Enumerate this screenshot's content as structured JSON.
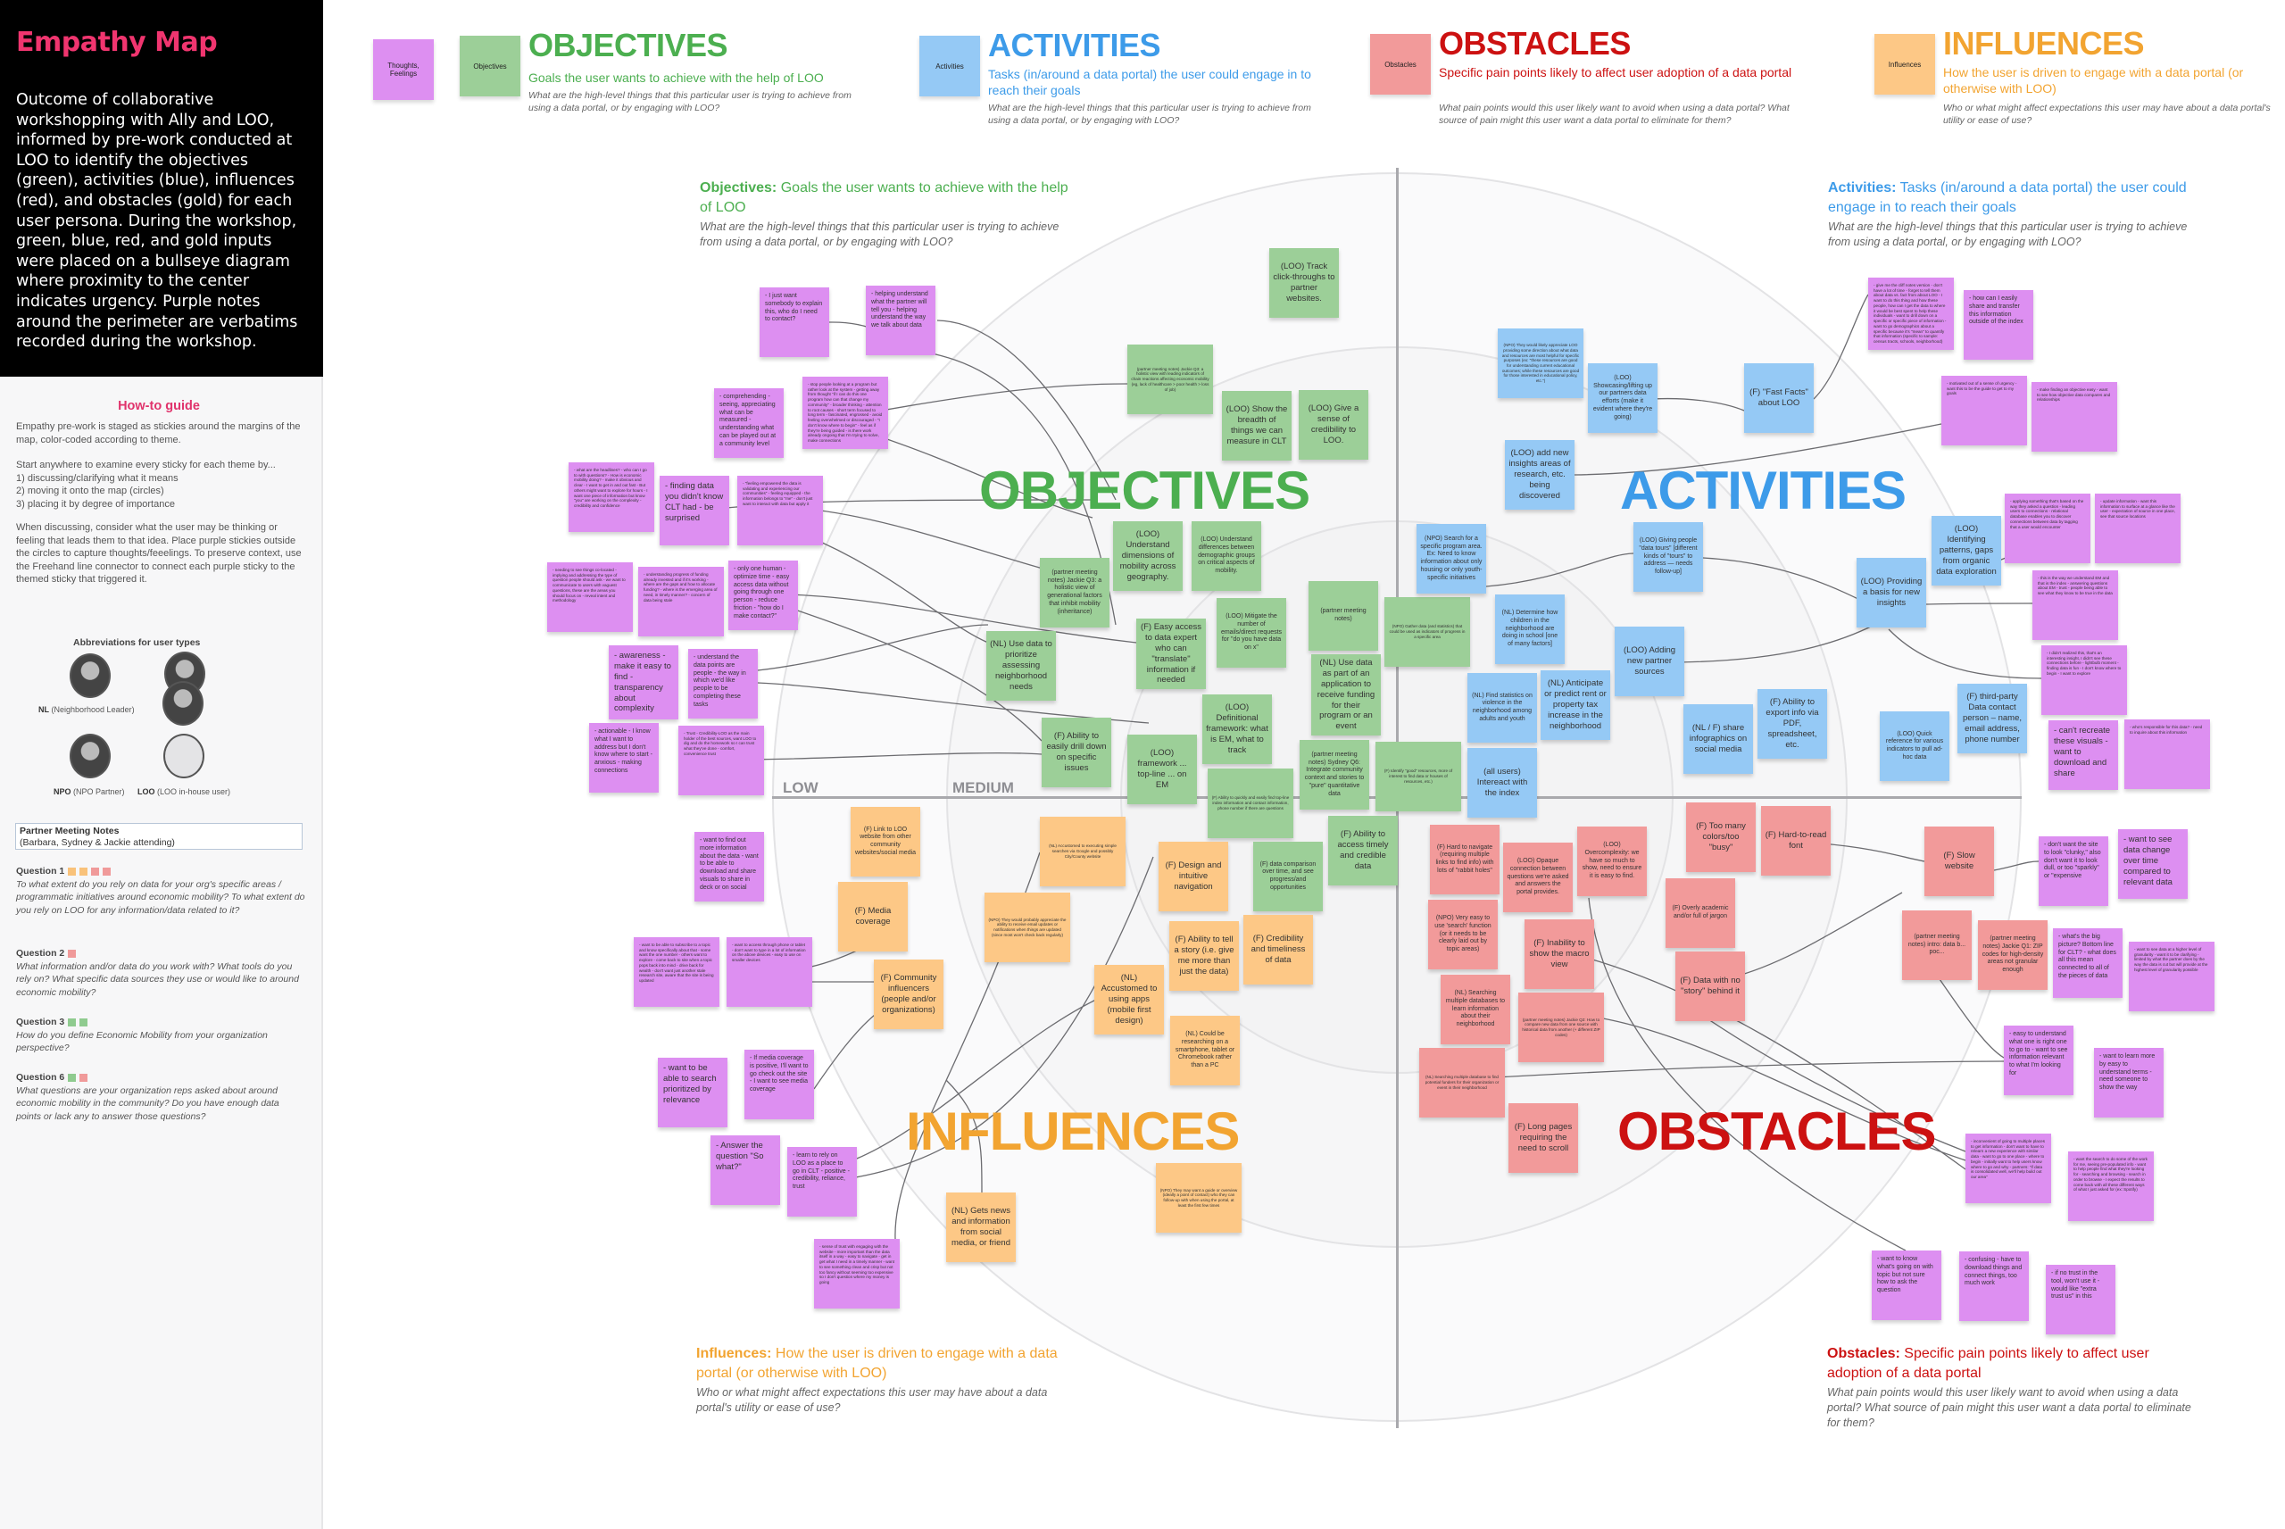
{
  "intro": {
    "title": "Empathy Map",
    "body": "Outcome of collaborative workshopping with Ally and LOO, informed by pre-work conducted at LOO to identify the objectives (green), activities (blue), influences (red), and obstacles (gold) for each user persona. During the workshop, green, blue, red, and gold inputs were placed on a bullseye diagram where proximity to the center indicates urgency. Purple notes around the perimeter are verbatims recorded during the workshop."
  },
  "howto": {
    "title": "How-to guide",
    "p1": "Empathy pre-work is staged as stickies around the margins of the map, color-coded according to theme.",
    "p2": "Start anywhere to examine every sticky for each theme by...\n1) discussing/clarifying what it means\n2) moving it onto the map (circles)\n3) placing it by degree of importance",
    "p3": "When discussing, consider what the user may be thinking or feeling that leads them to that idea. Place purple stickies outside the circles to capture thoughts/feeelings. To preserve context, use the Freehand line connector to connect each purple sticky to the themed sticky that triggered it."
  },
  "abbreviations": {
    "title": "Abbreviations for user types",
    "items": [
      {
        "abbr": "NL",
        "label": "(Neighborhood Leader)"
      },
      {
        "abbr": "NPO",
        "label": "(NPO Partner)"
      },
      {
        "abbr": "LOO",
        "label": "(LOO in-house user)"
      }
    ]
  },
  "partner_notes": {
    "title": "Partner Meeting Notes",
    "subtitle": "(Barbara, Sydney & Jackie attending)",
    "questions": [
      {
        "label": "Question 1",
        "text": "To what extent do you rely on data for your org's specific areas / programmatic initiatives around economic mobility? To what extent do you rely on LOO for any information/data related to it?",
        "markers": [
          "#f9c27a",
          "#f9c27a",
          "#f09a9a",
          "#f09a9a"
        ]
      },
      {
        "label": "Question 2",
        "text": "What information and/or data do you work with? What tools do you rely on? What specific data sources they use or would like to around economic mobility?",
        "markers": [
          "#f09a9a"
        ]
      },
      {
        "label": "Question 3",
        "text": "How do you define Economic Mobility from your organization perspective?",
        "markers": [
          "#8fcb8f",
          "#8fcb8f"
        ]
      },
      {
        "label": "Question 6",
        "text": "What questions are your organization reps asked about around economic mobility in the community? Do you have enough data points or lack any to answer those questions?",
        "markers": [
          "#8fcb8f",
          "#f09a9a"
        ]
      }
    ]
  },
  "legend": {
    "thoughts": "Thoughts, Feelings",
    "objectives": "Objectives",
    "activities": "Activities",
    "obstacles": "Obstacles",
    "influences": "Influences"
  },
  "header": {
    "objectives": {
      "title": "OBJECTIVES",
      "sub": "Goals the user wants to achieve with the help of LOO",
      "q": "What are the high-level things that this particular user is trying to achieve from using a data portal, or by engaging with LOO?"
    },
    "activities": {
      "title": "ACTIVITIES",
      "sub": "Tasks (in/around a data portal) the user could engage in to reach their goals",
      "q": "What are the high-level things that this particular user is trying to achieve from using a data portal, or by engaging with LOO?"
    },
    "obstacles": {
      "title": "OBSTACLES",
      "sub": "Specific pain points likely to affect user adoption of a data portal",
      "q": "What pain points would this user likely want to avoid when using a data portal? What source of pain might this user want a data portal to eliminate for them?"
    },
    "influences": {
      "title": "INFLUENCES",
      "sub": "How the user is driven to engage with a data portal (or otherwise with LOO)",
      "q": "Who or what might affect expectations this user may have about a data portal's utility or ease of use?"
    }
  },
  "captions": {
    "objectives": {
      "label": "Objectives:",
      "text": "Goals the user wants to achieve with the help of LOO",
      "q": "What are the high-level things that this particular user is trying to achieve from using a data portal, or by engaging with LOO?"
    },
    "activities": {
      "label": "Activities:",
      "text": "Tasks (in/around a data portal) the user could engage in to reach their goals",
      "q": "What are the high-level things that this particular user is trying to achieve from using a data portal, or by engaging with LOO?"
    },
    "influences": {
      "label": "Influences:",
      "text": "How the user is driven to engage with a data portal (or otherwise with LOO)",
      "q": "Who or what might affect expectations this user may have about a data portal's utility or ease of use?"
    },
    "obstacles": {
      "label": "Obstacles:",
      "text": "Specific pain points likely to affect user adoption of a data portal",
      "q": "What pain points would this user likely want to avoid when using a data portal? What source of pain might this user want a data portal to eliminate for them?"
    }
  },
  "map": {
    "labels": {
      "objectives": "OBJECTIVES",
      "activities": "ACTIVITIES",
      "influences": "INFLUENCES",
      "obstacles": "OBSTACLES",
      "low": "LOW",
      "medium": "MEDIUM"
    },
    "colors": {
      "objectives": "#4caf50",
      "activities": "#3d9be9",
      "obstacles": "#cc1111",
      "influences": "#f2a431",
      "brand": "#f0356f"
    },
    "objectives": [
      "(LOO) Track click-throughs to partner websites.",
      "(partner meeting notes) Jackie Q3: a holistic view with leading indicators of chain reactions affecting economic mobility (eg, lack of healthcare > poor health > loss of job)",
      "(LOO) Give a sense of credibility to LOO.",
      "(LOO) Show the breadth of things we can measure in CLT",
      "(LOO) Understand dimensions of mobility across geography.",
      "(LOO) Understand differences between demographic groups on critical aspects of mobility.",
      "(partner meeting notes) Jackie Q3: a holistic view of generational factors that inhibit mobility (inheritance)",
      "(NL) Use data to prioritize assessing neighborhood needs",
      "(F) Easy access to data expert who can \"translate\" information if needed",
      "(LOO) Mitigate the number of emails/direct requests for \"do you have data on x\"",
      "(partner meeting notes)",
      "(NPO) Gather data (and statistics) that could be used as indicators of progress in a specific area",
      "(NL) Use data as part of an application to receive funding for their program or an event",
      "(LOO) framework ... top-line ... on EM",
      "(LOO) Definitional framework: what is EM, what to track",
      "(F) Ability to quickly and easily find top-line index information and contact information, phone number if there are questions",
      "(partner meeting notes) Sydney Q6: Integrate community context and stories to \"pure\" quantitative data",
      "(F) data comparison over time, and see progress/and opportunities",
      "(F) Identify \"good\" resources, more of interest to find data or houses of resources, etc.)",
      "(F) Ability to easily drill down on specific issues",
      "(F) Ability to access timely and credible data"
    ],
    "activities": [
      "(NPO) They would likely appreciate LOO providing some direction about what data and resources are most helpful for specific purposes (ex: \"these resources are good for understanding current educational outcomes; while these resources are good for those interested in educational policy, etc.\")",
      "(LOO) Showcasing/lifting up our partners data efforts (make it evident where they're going)",
      "(F) \"Fast Facts\" about LOO",
      "(LOO) add new insights areas of research, etc. being discovered",
      "(LOO) Giving people \"data tours\" [different kinds of \"tours\" to address — needs follow-up]",
      "(NPO) Search for a specific program area. Ex: Need to know information about only housing or only youth-specific initiatives",
      "(NL) Determine how children in the neighborhood are doing in school [one of many factors]",
      "(NL) Find statistics on violence in the neighborhood among adults and youth",
      "(NL) Anticipate or predict rent or property tax increase in the neighborhood",
      "(LOO) Adding new partner sources",
      "(all users) Intereact with the index",
      "(NL / F) share infographics on social media",
      "(F) Ability to export info via PDF, spreadsheet, etc.",
      "(LOO) Providing a basis for new insights",
      "(LOO) Identifying patterns, gaps from organic data exploration",
      "(LOO) Quick reference for various indicators to pull ad-hoc data",
      "(F) third-party Data contact person – name, email address, phone number"
    ],
    "obstacles": [
      "(F) Hard to navigate (requiring multiple links to find info) with lots of \"rabbit holes\"",
      "(LOO) Opaque connection between questions we're asked and answers the portal provides.",
      "(LOO) Overcomplexity: we have so much to show, need to ensure it is easy to find.",
      "(NPO) Very easy to use 'search' function (or it needs to be clearly laid out by topic areas)",
      "(F) Inability to show the macro view",
      "(NL) Searching multiple databases to learn information about their neighborhood",
      "(partner meeting notes) Jackie Q2: How to compare new data from one source with historical data from another (+ different ZIP codes)",
      "(NL) Searching multiple database to find potential funders for their organization or event in their neighborhood",
      "(F) Long pages requiring the need to scroll",
      "(F) Too many colors/too \"busy\"",
      "(F) Hard-to-read font",
      "(F) Overly academic and/or full of jargon",
      "(F) Data with no \"story\" behind it",
      "(F) Slow website",
      "(partner meeting notes) intro: data b... poc...",
      "(partner meeting notes) Jackie Q1: ZIP codes for high-density areas not granular enough"
    ],
    "influences": [
      "(F) Link to LOO website from other community websites/social media",
      "(F) Media coverage",
      "(NL) Accustomed to executing simple searches via Google and possibly City/County website",
      "(NPO) They would probably appreciate the ability to receive email updates or notifications when things are updated (since most won't check back regularly)",
      "(F) Community influencers (people and/or organizations)",
      "(F) Design and intuitive navigation",
      "(F) Credibility and timeliness of data",
      "(F) Ability to tell a story (i.e. give me more than just the data)",
      "(NL) Accustomed to using apps (mobile first design)",
      "(NL) Could be researching on a smartphone, tablet or Chromebook rather than a PC",
      "(NPO) They may want a guide or overview (ideally a point of contact) who they can follow-up with when using the portal, at least the first few times",
      "(NL) Gets news and information from social media, or friend"
    ],
    "thoughts": [
      "- I just want somebody to explain this, who do I need to contact?",
      "- helping understand what the partner will tell you - helping understand the way we talk about data",
      "- comprehending - seeing, appreciating what can be measured - understanding what can be played out at a community level",
      "- stop people looking at a program but rather look at the system - getting away from thought \"if I can do this one program how can that change my community\" - broader thinking - attention to root causes - short term focused to long term - fascinated, engrossed - avoid feeling overwhelmed or discouraged - \"I don't know where to begin\" - feel as if they're being guided - is there work already ongoing that I'm trying to solve, make connections",
      "- what are the headlines? - who can I go to with questions? - How is economic mobility doing? - make it obvious and clear - I want to get in and out fast - But others might want to explore for hours - I want one piece of information but know \"you\" are working on the complexity -credibility and confidence",
      "- finding data you didn't know CLT had - be surprised",
      "- \"feeling empowered the data is validating and experiencing our communities\" - feeling equipped - the information belongs to \"me\" - don't just want to interact with data but apply it",
      "- needing to see things co-located - implying and addressing the type of question people should ask - we want to communicate to users with vaguest questions, these are the areas you should focus on - reveal intent and methodology",
      "- understanding progress of funding already invested and if it's working - where are the gaps and how to allocate funding? - where is the emerging area of need, in timely manner? - concern of data being stale",
      "- only one human - optimize time - easy access data without going through one person - reduce friction - \"how do I make contact?\"",
      "- awareness - make it easy to find - transparency about complexity",
      "- understand the data points are people - the way in which we'd like people to be completing these tasks",
      "- actionable - I know what I want to address but I don't know where to start - anxious - making connections",
      "- Trust - Credibility-LOO as the main holder of the best sources, want LOO to dig and do the homework so I can trust what they've done - comfort, convenience trust",
      "- want to find out more information about the data - want to be able to download and share visuals to share in deck or on social",
      "- want to be able to subscribe to a topic and know specifically about that - some want the one number - others want to explore - come back to site when a topic pops back into mind - drive back for wealth - don't want just another stale research site, aware that the site is being updated",
      "- want to access through phone or tablet - don't want to type in a lot of information on the above devices - easy to use on smaller devices",
      "- want to be able to search prioritized by relevance",
      "- If media coverage is positive, I'll want to go check out the site - I want to see media coverage",
      "- Answer the question \"So what?\"",
      "- learn to rely on LOO as a place to go in CLT - positive - credibility, reliance, trust",
      "- sense of trust with engaging with the website - more important than the data itself in a way - easy to navigate - get in get what I need in a timely manner - want to see something clean and crisp but not too fancy without seeming too expensive so I don't question where my money is going",
      "- give me the cliff notes version - don't have a lot of time - forget to tell them about data vs. fact from about LOO - I want to do this thing and how these people, how can I get the data to where it would be best spent to help these individuals - want to drill down on a specific or specific piece of information - want to go demographics about a specific because it's \"mean\" to quantify that information (specific to sample: census tracts, schools, neighborhood)",
      "- how can I easily share and transfer this information outside of the index",
      "- motivated out of a sense of urgency - want this to be the guide to get to my goals",
      "- make finding an objective easy - want to see how objective data compares and relationships",
      "- applying something that's based on the way they asked a question - leading users to connections - relational database enables you to discover connections between data by tagging that a user would encounter",
      "- update information - want this information to surface at a glance like the user - expectation of source in one place, see that source locations",
      "- this is the way we understand EM and that is the index - answering questions about EM - trust - people being able to see what they know to be true in the data",
      "- I didn't realized this, that's an interesting insight, I didn't see these connections before - lightbulb moment - finding data is fun - I don't know where to begin - I want to explore",
      "- who's responsible for this data? - need to inquire about this information",
      "- can't recreate these visuals - want to download and share",
      "- don't want the site to look \"clunky,\" also don't want it to look dull, or too \"sparkly\" or \"expensive",
      "- want to see data change over time compared to relevant data",
      "- what's the big picture? Bottom line for CLT? - what does all this mean connected to all of the pieces of data",
      "- want to see data at a higher level of granularity - want it to be clarifying - limited by what the partner does by the way the data is cut but will provide at the highest level of granularity possible",
      "- easy to understand what one is right one to go to - want to see information relevant to what I'm looking for",
      "- want to learn more by easy to understand terms - need someone to show the way",
      "- inconvenient of going to multiple places to get information - don't want to have to relearn a new experience with similar data - want to go to one place - where to begin - initially want to help users know where to go and why - partners: \"if data is consolidated well, we'll help build out our area\"",
      "- want the search to do some of the work for me, seeing pre-populated info - want to help people find what they're looking for - searching and browsing - search in order to browse - I expect the results to come back with all these different ways of what I just asked for (ex: Spotify)",
      "- want to know what's going on with topic but not sure how to ask the question",
      "- confusing - have to download things and connect things, too much work",
      "- if no trust in the tool, won't use it - would like \"extra trust us\" in this"
    ]
  }
}
